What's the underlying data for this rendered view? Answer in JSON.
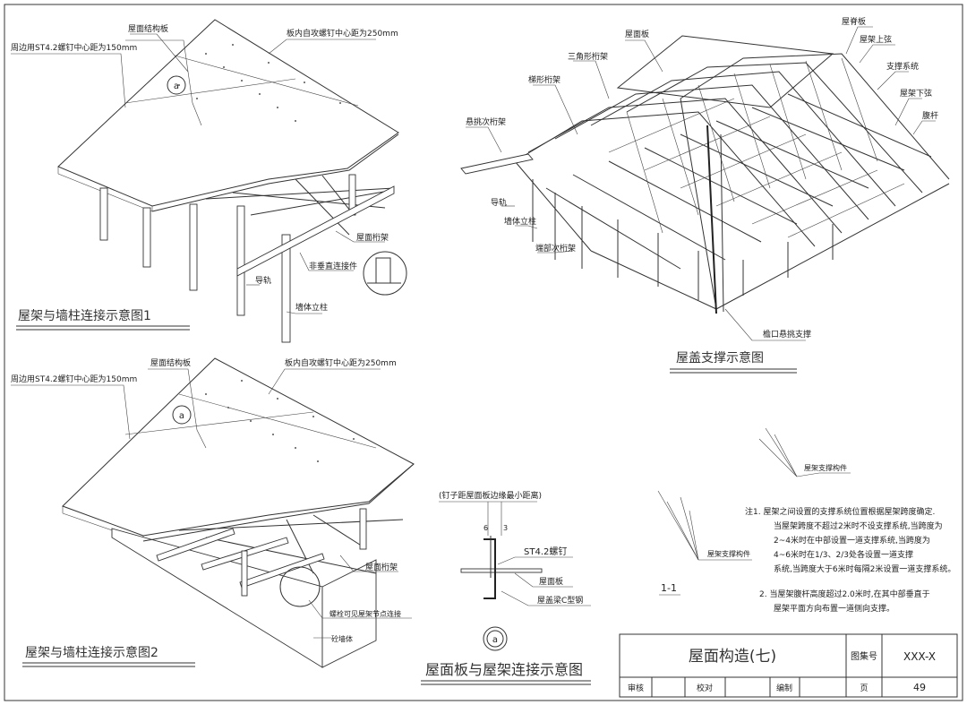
{
  "fig1": {
    "title": "屋架与墙柱连接示意图1",
    "callouts": {
      "roof_panel": "屋面结构板",
      "screw_spacing_mid": "板内自攻螺钉中心距为250mm",
      "screw_spacing_edge": "周边用ST4.2螺钉中心距为150mm",
      "detail_marker": "a",
      "truss": "屋面桁架",
      "connector": "非垂直连接件",
      "guide_rail": "导轨",
      "wall_stud": "墙体立柱"
    }
  },
  "fig2": {
    "title": "屋架与墙柱连接示意图2",
    "callouts": {
      "roof_panel": "屋面结构板",
      "screw_spacing_mid": "板内自攻螺钉中心距为250mm",
      "screw_spacing_edge": "周边用ST4.2螺钉中心距为150mm",
      "detail_marker": "a",
      "truss": "屋面桁架",
      "connector": "螺栓可见屋架节点连接",
      "wall": "砼墙体"
    }
  },
  "fig3": {
    "title": "屋盖支撑示意图",
    "callouts": {
      "ridge": "屋脊板",
      "top_chord": "屋架上弦",
      "roof_panel": "屋面板",
      "triangle_truss": "三角形桁架",
      "bracing_system": "支撑系统",
      "bottom_chord": "屋架下弦",
      "trapezoid_truss": "梯形桁架",
      "web": "腹杆",
      "eave_sub": "悬挑次桁架",
      "guide_rail": "导轨",
      "wall_stud": "墙体立柱",
      "end_sub": "端部次桁架",
      "eave_support": "檐口悬挑支撑"
    }
  },
  "fig4": {
    "title": "屋面板与屋架连接示意图",
    "marker": "a",
    "callouts": {
      "edge_note": "(钉子距屋面板边缘最小距离)",
      "screw": "ST4.2螺钉",
      "panel": "屋面板",
      "chord": "屋盖梁C型钢",
      "dim1": "6",
      "dim2": "3"
    }
  },
  "section": {
    "label": "1-1",
    "member_a": "屋架支撑构件",
    "member_b": "屋架支撑构件"
  },
  "notes": [
    "注1. 屋架之间设置的支撑系统位置根据屋架跨度确定.",
    "当屋架跨度不超过2米时不设支撑系统,当跨度为",
    "2~4米时在中部设置一道支撑系统,当跨度为",
    "4~6米时在1/3、2/3处各设置一道支撑",
    "系统,当跨度大于6米时每隔2米设置一道支撑系统。",
    "2. 当屋架腹杆高度超过2.0米时,在其中部垂直于",
    "屋架平面方向布置一道侧向支撑。"
  ],
  "title_block": {
    "title": "屋面构造(七)",
    "atlas_label": "图集号",
    "atlas_no": "XXX-X",
    "review": "审核",
    "check": "校对",
    "draw": "编制",
    "page_label": "页",
    "page_no": "49"
  }
}
